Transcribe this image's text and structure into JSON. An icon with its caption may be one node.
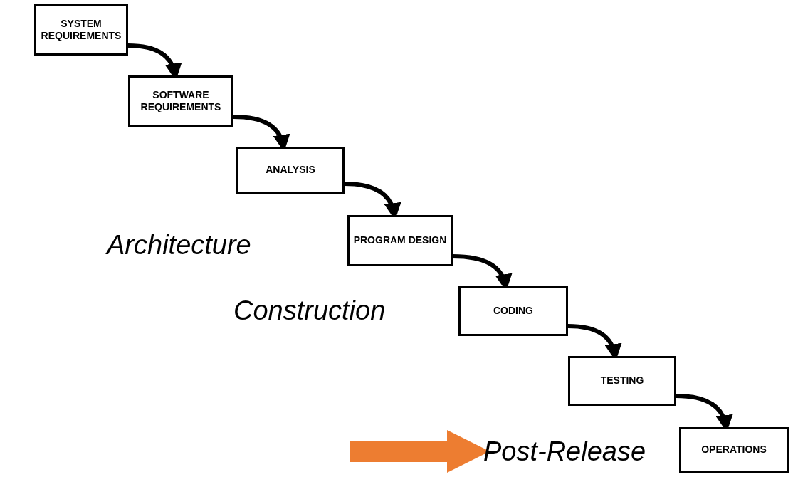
{
  "diagram": {
    "nodes": [
      {
        "text": [
          "SYSTEM REQUIREMENTS"
        ]
      },
      {
        "text": [
          "SOFTWARE REQUIREMENTS"
        ]
      },
      {
        "text": [
          "ANALYSIS"
        ]
      },
      {
        "text": [
          "PROGRAM DESIGN"
        ]
      },
      {
        "text": [
          "CODING"
        ]
      },
      {
        "text": [
          "TESTING"
        ]
      },
      {
        "text": [
          "OPERATIONS"
        ]
      },
      {
        "text": [
          "Post-Release"
        ]
      }
    ],
    "edges": [
      {
        "from": 0,
        "to": 1,
        "arrow": "to"
      },
      {
        "from": 1,
        "to": 2,
        "arrow": "to"
      },
      {
        "from": 2,
        "to": 3,
        "arrow": "to"
      },
      {
        "from": 3,
        "to": 4,
        "arrow": "to"
      },
      {
        "from": 4,
        "to": 5,
        "arrow": "to"
      },
      {
        "from": 5,
        "to": 6,
        "arrow": "to"
      },
      {
        "from": null,
        "to": 7,
        "arrow": "to",
        "style": "thick",
        "color": "#ed7d31"
      }
    ],
    "labels": [
      "Architecture",
      "Construction"
    ]
  }
}
